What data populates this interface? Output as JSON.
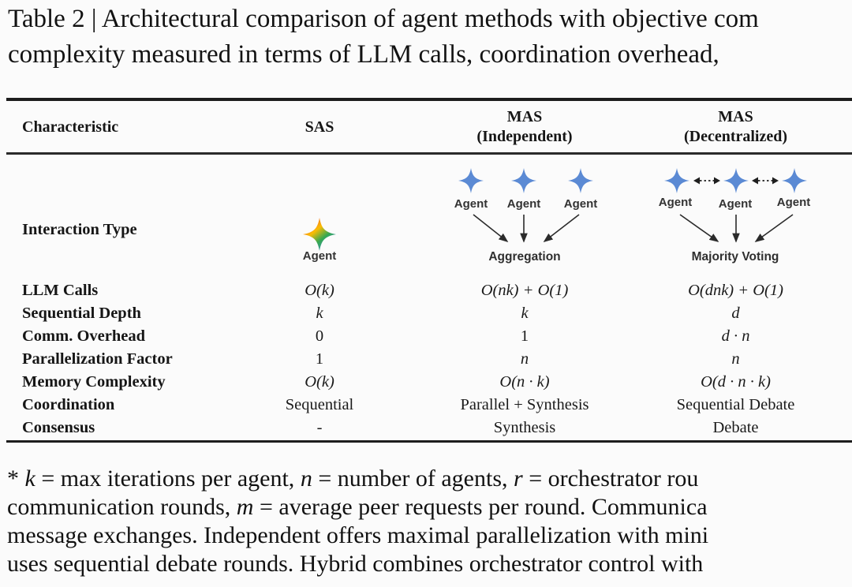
{
  "title": {
    "line1": "Table 2 | Architectural comparison of agent methods with objective com",
    "line2": "complexity measured in terms of LLM calls, coordination overhead,"
  },
  "table": {
    "headers": {
      "characteristic": "Characteristic",
      "sas": "SAS",
      "mas_independent_top": "MAS",
      "mas_independent_sub": "(Independent)",
      "mas_decentralized_top": "MAS",
      "mas_decentralized_sub": "(Decentralized)"
    },
    "interaction_row_label": "Interaction Type",
    "diagrams": {
      "sas": {
        "agent_label": "Agent"
      },
      "independent": {
        "agent_labels": [
          "Agent",
          "Agent",
          "Agent"
        ],
        "caption": "Aggregation"
      },
      "decentralized": {
        "agent_labels": [
          "Agent",
          "Agent",
          "Agent"
        ],
        "caption": "Majority Voting"
      }
    },
    "rows": [
      {
        "label": "LLM Calls",
        "sas": "O(k)",
        "independent": "O(nk) + O(1)",
        "decentralized": "O(dnk) + O(1)"
      },
      {
        "label": "Sequential Depth",
        "sas": "k",
        "independent": "k",
        "decentralized": "d"
      },
      {
        "label": "Comm. Overhead",
        "sas": "0",
        "independent": "1",
        "decentralized": "d · n"
      },
      {
        "label": "Parallelization Factor",
        "sas": "1",
        "independent": "n",
        "decentralized": "n"
      },
      {
        "label": "Memory Complexity",
        "sas": "O(k)",
        "independent": "O(n · k)",
        "decentralized": "O(d · n · k)"
      },
      {
        "label": "Coordination",
        "sas": "Sequential",
        "independent": "Parallel + Synthesis",
        "decentralized": "Sequential Debate"
      },
      {
        "label": "Consensus",
        "sas": "-",
        "independent": "Synthesis",
        "decentralized": "Debate"
      }
    ]
  },
  "footnote": {
    "line1": [
      "* ",
      "k",
      " = max iterations per agent, ",
      "n",
      " = number of agents, ",
      "r",
      " = orchestrator rou"
    ],
    "line2": [
      "communication rounds, ",
      "m",
      " = average peer requests per round. Communica"
    ],
    "line3": "message exchanges. Independent offers maximal parallelization with mini",
    "line4": "uses sequential debate rounds. Hybrid combines orchestrator control with"
  },
  "colors": {
    "agent_blue": "#5b8ad4",
    "gemini_red": "#ea4335",
    "gemini_yellow": "#fbbc04",
    "gemini_green": "#34a853",
    "gemini_blue": "#4285f4",
    "rule_dark": "#1d1d1d"
  }
}
